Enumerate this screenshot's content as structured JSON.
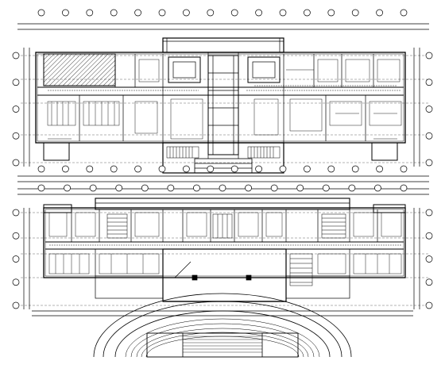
{
  "drawing": {
    "colors": {
      "background": "#ffffff",
      "linework": "#000000",
      "hatch": "#000000"
    },
    "upper_plan": {
      "top_grid_bubbles": 16,
      "left_grid_bubbles": 5
    },
    "lower_plan": {
      "top_grid_bubbles": 15,
      "left_grid_bubbles": 5
    }
  }
}
